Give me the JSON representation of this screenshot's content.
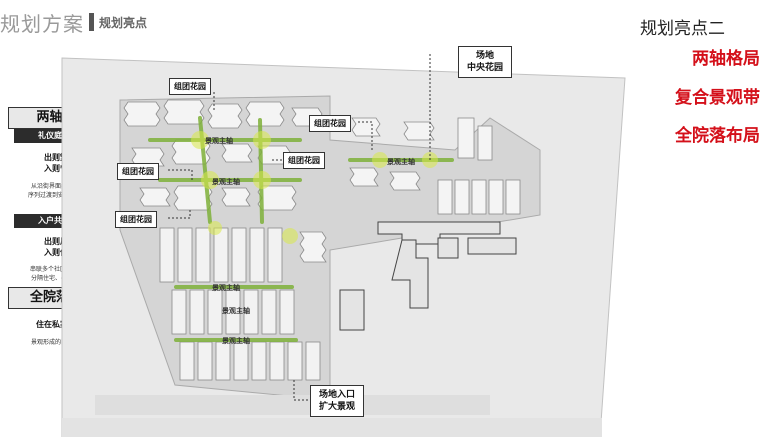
{
  "header": {
    "title": "规划方案",
    "subtitle": "规划亮点"
  },
  "right_panel": {
    "title": "规划亮点二",
    "highlights": [
      "两轴格局",
      "复合景观带",
      "全院落布局"
    ]
  },
  "left_panel": {
    "section1_title": "两轴格局",
    "axis1_label": "礼仪庭院轴：",
    "axis1_slogan": [
      "出则繁华",
      "入则宁静"
    ],
    "axis1_desc": [
      "从沿街界面经层层空间",
      "序列过渡到安静的住区。"
    ],
    "axis2_label": "入户共享轴：",
    "axis2_slogan": [
      "出则风情",
      "入则优美"
    ],
    "axis2_desc": [
      "串联多个社区活动场所,",
      "分隔住宅、养老区域。"
    ],
    "section2_title": "全院落布局",
    "section2_slogan": "住在私家园林",
    "section2_desc": "景观形成的院落组团。"
  },
  "plan": {
    "group_garden": "组团花园",
    "axis_label": "景观主轴",
    "central_garden": [
      "场地",
      "中央花园"
    ],
    "entrance": [
      "场地入口",
      "扩大景观"
    ]
  },
  "colors": {
    "accent_red": "#d4101a",
    "axis_green": "#7fb13a",
    "site_gray": "#cfcfcf"
  }
}
